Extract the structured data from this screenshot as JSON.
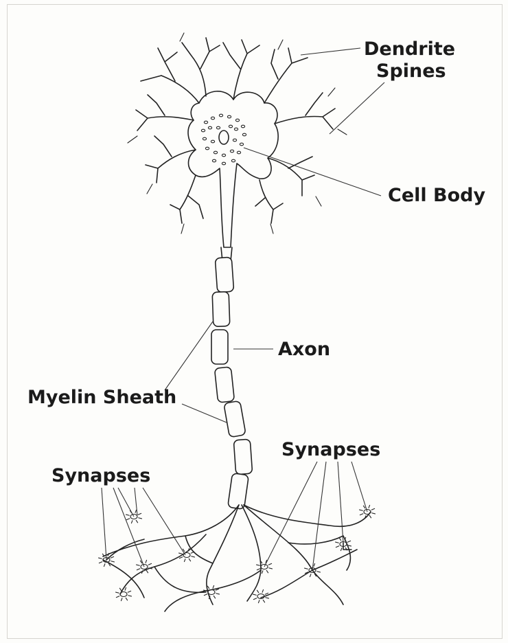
{
  "labels": {
    "dendrite_spines_line1": "Dendrite",
    "dendrite_spines_line2": "Spines",
    "cell_body": "Cell Body",
    "axon": "Axon",
    "myelin_sheath": "Myelin Sheath",
    "synapses_right": "Synapses",
    "synapses_left": "Synapses"
  },
  "colors": {
    "ink": "#222222",
    "background": "#fdfdfb",
    "frame": "#d6d4cf"
  }
}
